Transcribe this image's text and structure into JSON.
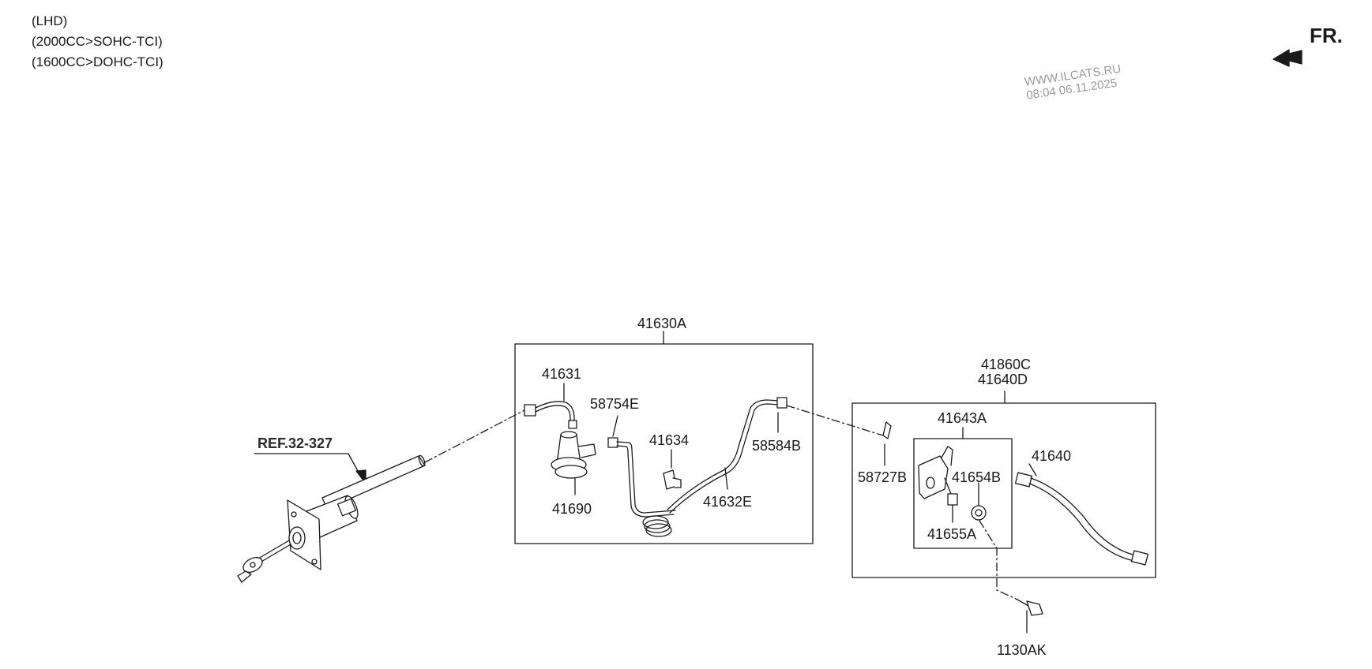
{
  "header": {
    "notes": [
      "(LHD)",
      "(2000CC>SOHC-TCI)",
      "(1600CC>DOHC-TCI)"
    ]
  },
  "orientation": {
    "label": "FR.",
    "icon": "arrow-left-icon"
  },
  "watermark": {
    "site": "WWW.ILCATS.RU",
    "timestamp": "08:04 06.11.2025"
  },
  "reference": {
    "label": "REF.32-327"
  },
  "parts": {
    "p41630A": "41630A",
    "p41631": "41631",
    "p58754E": "58754E",
    "p41634": "41634",
    "p58584B": "58584B",
    "p41690": "41690",
    "p41632E": "41632E",
    "p41860C": "41860C",
    "p41640D": "41640D",
    "p41643A": "41643A",
    "p41640": "41640",
    "p58727B": "58727B",
    "p41654B": "41654B",
    "p41655A": "41655A",
    "p1130AK": "1130AK"
  },
  "colors": {
    "line": "#1a1a1a",
    "watermark": "#9a9a9a"
  }
}
